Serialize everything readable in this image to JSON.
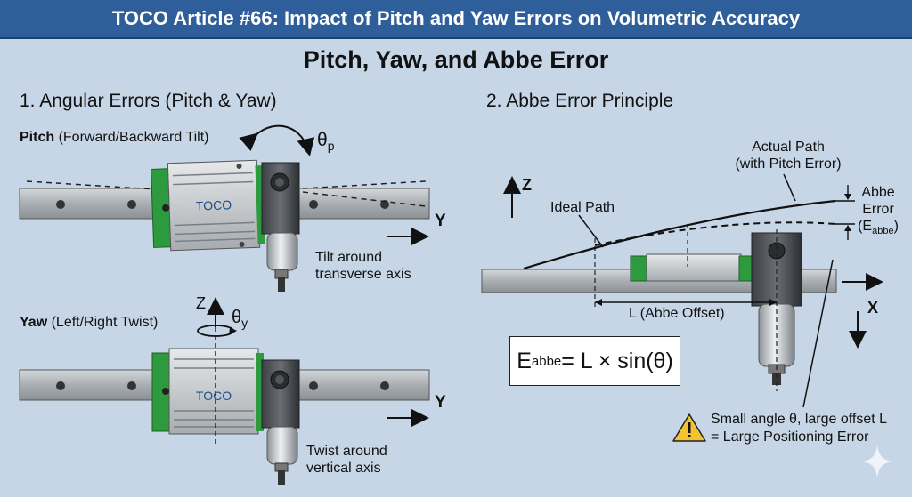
{
  "banner_title": "TOCO Article #66: Impact of Pitch and Yaw Errors on Volumetric Accuracy",
  "main_title": "Pitch, Yaw, and Abbe Error",
  "left": {
    "section_title": "1. Angular Errors (Pitch & Yaw)",
    "pitch": {
      "name": "Pitch",
      "desc": "(Forward/Backward Tilt)",
      "theta_symbol": "θ",
      "theta_sub": "p",
      "axis_y": "Y",
      "caption_line1": "Tilt around",
      "caption_line2": "transverse axis",
      "block_brand": "TOCO"
    },
    "yaw": {
      "name": "Yaw",
      "desc": "(Left/Right Twist)",
      "axis_z": "Z",
      "theta_symbol": "θ",
      "theta_sub": "y",
      "axis_y": "Y",
      "caption_line1": "Twist around",
      "caption_line2": "vertical axis",
      "block_brand": "TOCO"
    }
  },
  "right": {
    "section_title": "2. Abbe Error Principle",
    "axis_z": "Z",
    "axis_x": "X",
    "ideal_path": "Ideal Path",
    "actual_path_line1": "Actual Path",
    "actual_path_line2": "(with Pitch Error)",
    "abbe_error_line1": "Abbe",
    "abbe_error_line2": "Error",
    "abbe_error_symbol": "(E",
    "abbe_error_sub": "abbe",
    "abbe_error_close": ")",
    "abbe_offset": "L (Abbe Offset)",
    "formula_e": "E",
    "formula_sub": "abbe",
    "formula_rest": " = L × sin(θ)",
    "warning_line1": "Small angle θ, large offset L",
    "warning_line2": "= Large Positioning Error"
  },
  "icons": [
    "warning-icon",
    "sparkle-icon",
    "rotation-arrow-icon"
  ],
  "colors": {
    "banner": "#2f5f9a",
    "background": "#c7d6e6",
    "brand_text": "#1f4e8c",
    "seal_green": "#2e9a3e",
    "warning_yellow": "#f2c230"
  }
}
